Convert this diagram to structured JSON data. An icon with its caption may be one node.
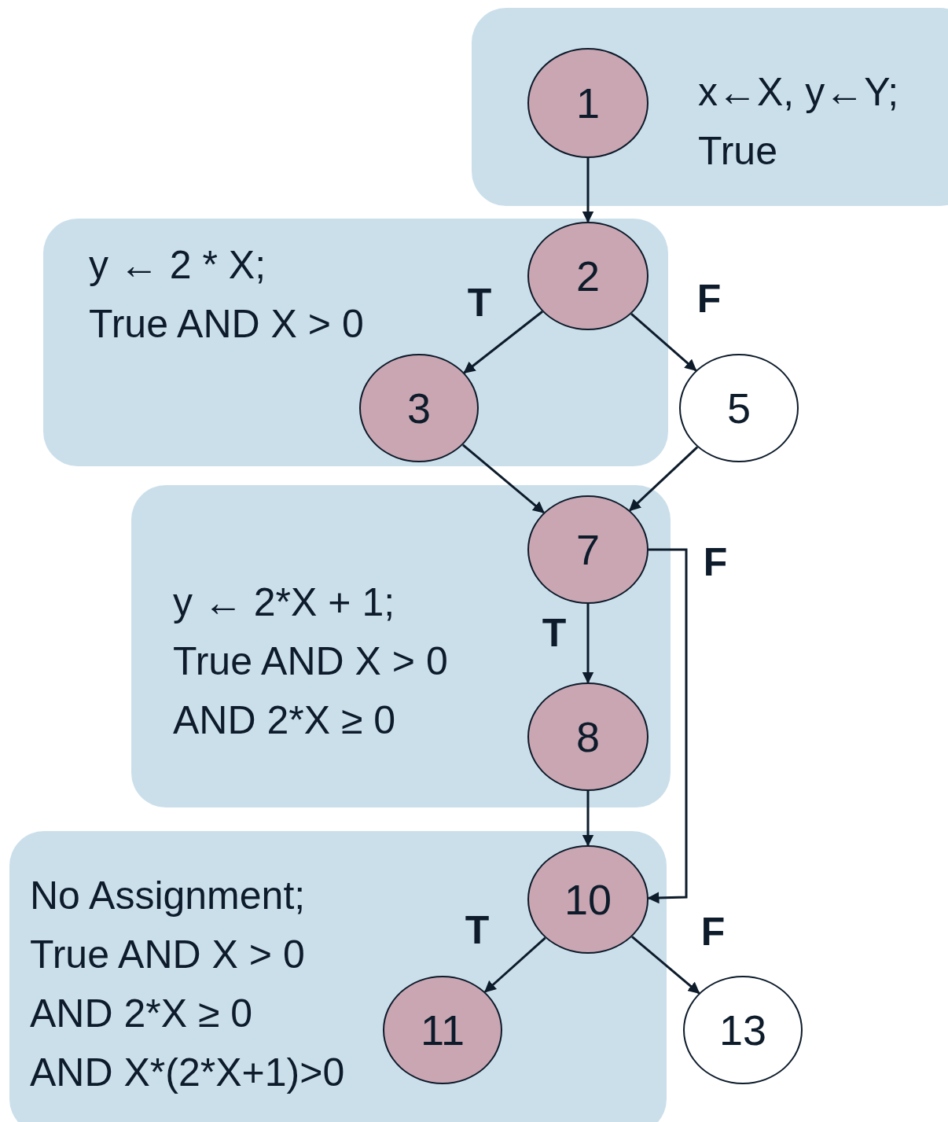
{
  "diagram": {
    "nodes": [
      {
        "text": [
          "x←X, y←Y;",
          "True"
        ]
      },
      {
        "text": [
          "1"
        ],
        "in": 0
      },
      {
        "text": [
          "y ← 2 * X;",
          "True AND X > 0"
        ]
      },
      {
        "text": [
          "2"
        ],
        "in": 2
      },
      {
        "text": [
          "3"
        ],
        "in": 2
      },
      {
        "text": [
          "5"
        ]
      },
      {
        "text": [
          "y ← 2*X + 1;",
          "True AND X > 0",
          "AND 2*X ≥ 0"
        ]
      },
      {
        "text": [
          "7"
        ],
        "in": 6
      },
      {
        "text": [
          "8"
        ],
        "in": 6
      },
      {
        "text": [
          "No Assignment;",
          "True AND X > 0",
          "AND 2*X ≥ 0",
          "AND X*(2*X+1)>0"
        ]
      },
      {
        "text": [
          "10"
        ],
        "in": 9
      },
      {
        "text": [
          "11"
        ],
        "in": 9
      },
      {
        "text": [
          "13"
        ]
      }
    ],
    "edges": [
      {
        "from": 1,
        "to": 3,
        "arrow": "to"
      },
      {
        "from": 3,
        "to": 4,
        "arrow": "to",
        "label": "T"
      },
      {
        "from": 3,
        "to": 5,
        "arrow": "to",
        "label": "F"
      },
      {
        "from": 4,
        "to": 7,
        "arrow": "to"
      },
      {
        "from": 5,
        "to": 7,
        "arrow": "to"
      },
      {
        "from": 7,
        "to": 8,
        "arrow": "to",
        "label": "T"
      },
      {
        "from": 7,
        "to": 10,
        "arrow": "to",
        "label": "F"
      },
      {
        "from": 8,
        "to": 10,
        "arrow": "to"
      },
      {
        "from": 10,
        "to": 11,
        "arrow": "to",
        "label": "T"
      },
      {
        "from": 10,
        "to": 12,
        "arrow": "to",
        "label": "F"
      }
    ]
  }
}
